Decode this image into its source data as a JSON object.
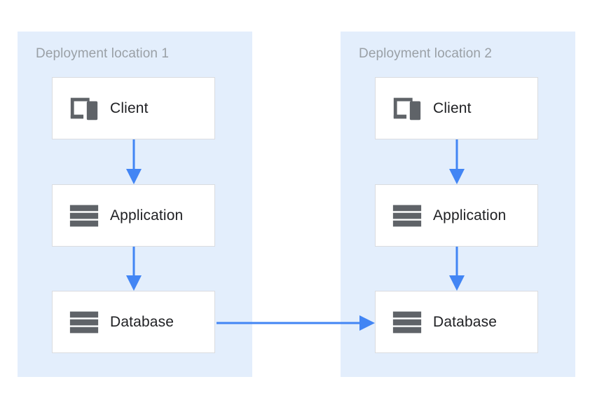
{
  "diagram": {
    "title_semantic": "multi-region-deployment-architecture",
    "background_color": "#ffffff",
    "zone_color": "#e3eefc",
    "box_color": "#ffffff",
    "box_border_color": "#dadce0",
    "arrow_color": "#4285f4",
    "icon_color": "#5f6368",
    "label_color": "#202124",
    "zone_title_color": "#9aa0a6"
  },
  "zones": [
    {
      "id": "zone-1",
      "title": "Deployment location 1",
      "nodes": [
        {
          "id": "client-1",
          "label": "Client",
          "icon": "devices-icon"
        },
        {
          "id": "application-1",
          "label": "Application",
          "icon": "server-stack-icon"
        },
        {
          "id": "database-1",
          "label": "Database",
          "icon": "server-stack-icon"
        }
      ]
    },
    {
      "id": "zone-2",
      "title": "Deployment location 2",
      "nodes": [
        {
          "id": "client-2",
          "label": "Client",
          "icon": "devices-icon"
        },
        {
          "id": "application-2",
          "label": "Application",
          "icon": "server-stack-icon"
        },
        {
          "id": "database-2",
          "label": "Database",
          "icon": "server-stack-icon"
        }
      ]
    }
  ],
  "connections": [
    {
      "id": "conn-client1-app1",
      "from": "client-1",
      "to": "application-1",
      "direction": "down",
      "style": "solid-arrow"
    },
    {
      "id": "conn-app1-db1",
      "from": "application-1",
      "to": "database-1",
      "direction": "down",
      "style": "solid-arrow"
    },
    {
      "id": "conn-client2-app2",
      "from": "client-2",
      "to": "application-2",
      "direction": "down",
      "style": "solid-arrow"
    },
    {
      "id": "conn-app2-db2",
      "from": "application-2",
      "to": "database-2",
      "direction": "down",
      "style": "solid-arrow"
    },
    {
      "id": "conn-db1-db2",
      "from": "database-1",
      "to": "database-2",
      "direction": "right",
      "style": "solid-arrow"
    }
  ]
}
